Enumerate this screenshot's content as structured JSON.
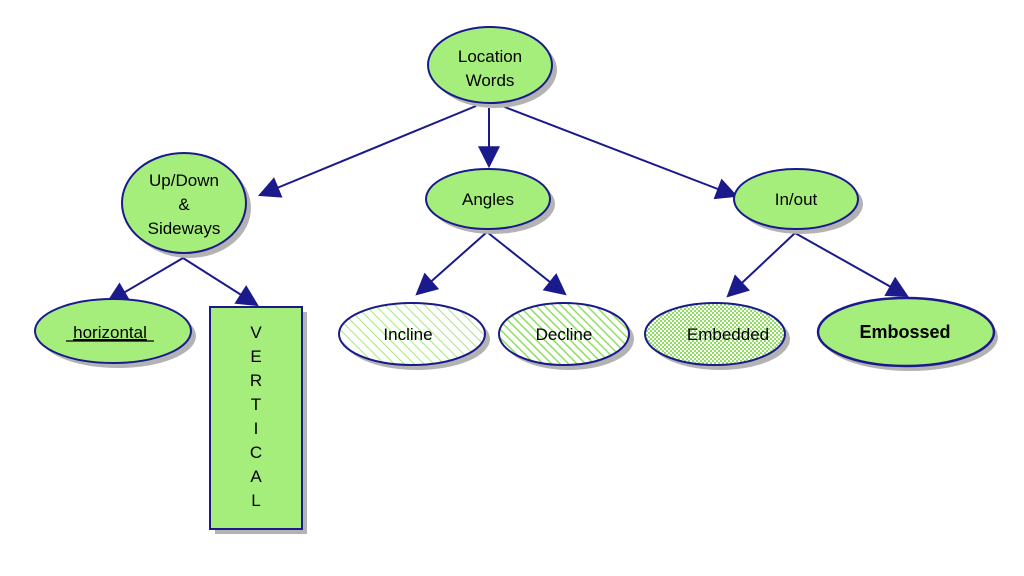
{
  "colors": {
    "fill": "#a5ee7b",
    "stroke": "#1a1a8c",
    "shadow": "#b3b3b3",
    "pattern": "#8fe060",
    "background": "#ffffff"
  },
  "nodes": {
    "root": {
      "line1": "Location",
      "line2": "Words"
    },
    "updown": {
      "line1": "Up/Down",
      "line2": "&",
      "line3": "Sideways"
    },
    "angles": {
      "label": "Angles"
    },
    "inout": {
      "label": "In/out"
    },
    "horizontal": {
      "label": "horizontal"
    },
    "vertical": {
      "letters": [
        "V",
        "E",
        "R",
        "T",
        "I",
        "C",
        "A",
        "L"
      ]
    },
    "incline": {
      "label": "Incline"
    },
    "decline": {
      "label": "Decline"
    },
    "embedded": {
      "label": "Embedded"
    },
    "embossed": {
      "label": "Embossed"
    }
  }
}
